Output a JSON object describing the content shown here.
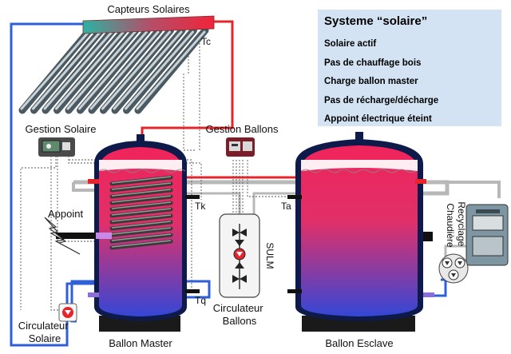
{
  "labels": {
    "collectors": "Capteurs Solaires",
    "tc": "Tc",
    "solar_controller": "Gestion Solaire",
    "tank_controller": "Gestion Ballons",
    "tk": "Tk",
    "ta": "Ta",
    "tq": "Tq",
    "appoint": "Appoint",
    "sulm": "SULM",
    "tank_pump": "Circulateur\nBallons",
    "solar_pump": "Circulateur\nSolaire",
    "master_tank": "Ballon Master",
    "slave_tank": "Ballon Esclave",
    "boiler_recycling": "Recyclage\nChaudière"
  },
  "status": {
    "title": "Systeme “solaire”",
    "lines": [
      "Solaire actif",
      "Pas de chauffage bois",
      "Charge ballon master",
      "Pas de récharge/décharge",
      "Appoint électrique éteint"
    ]
  },
  "colors": {
    "hot_pipe": "#e5252b",
    "cold_pipe": "#2f5fd6",
    "gray_pipe": "#b8b8b8",
    "tank_hot": "#f0245a",
    "tank_cold": "#3b4fd8",
    "tank_frame": "#0d1a4a",
    "panel_bg": "#d3e3f3",
    "controller_green": "#3f5a4a",
    "controller_red": "#7a1f2a"
  }
}
